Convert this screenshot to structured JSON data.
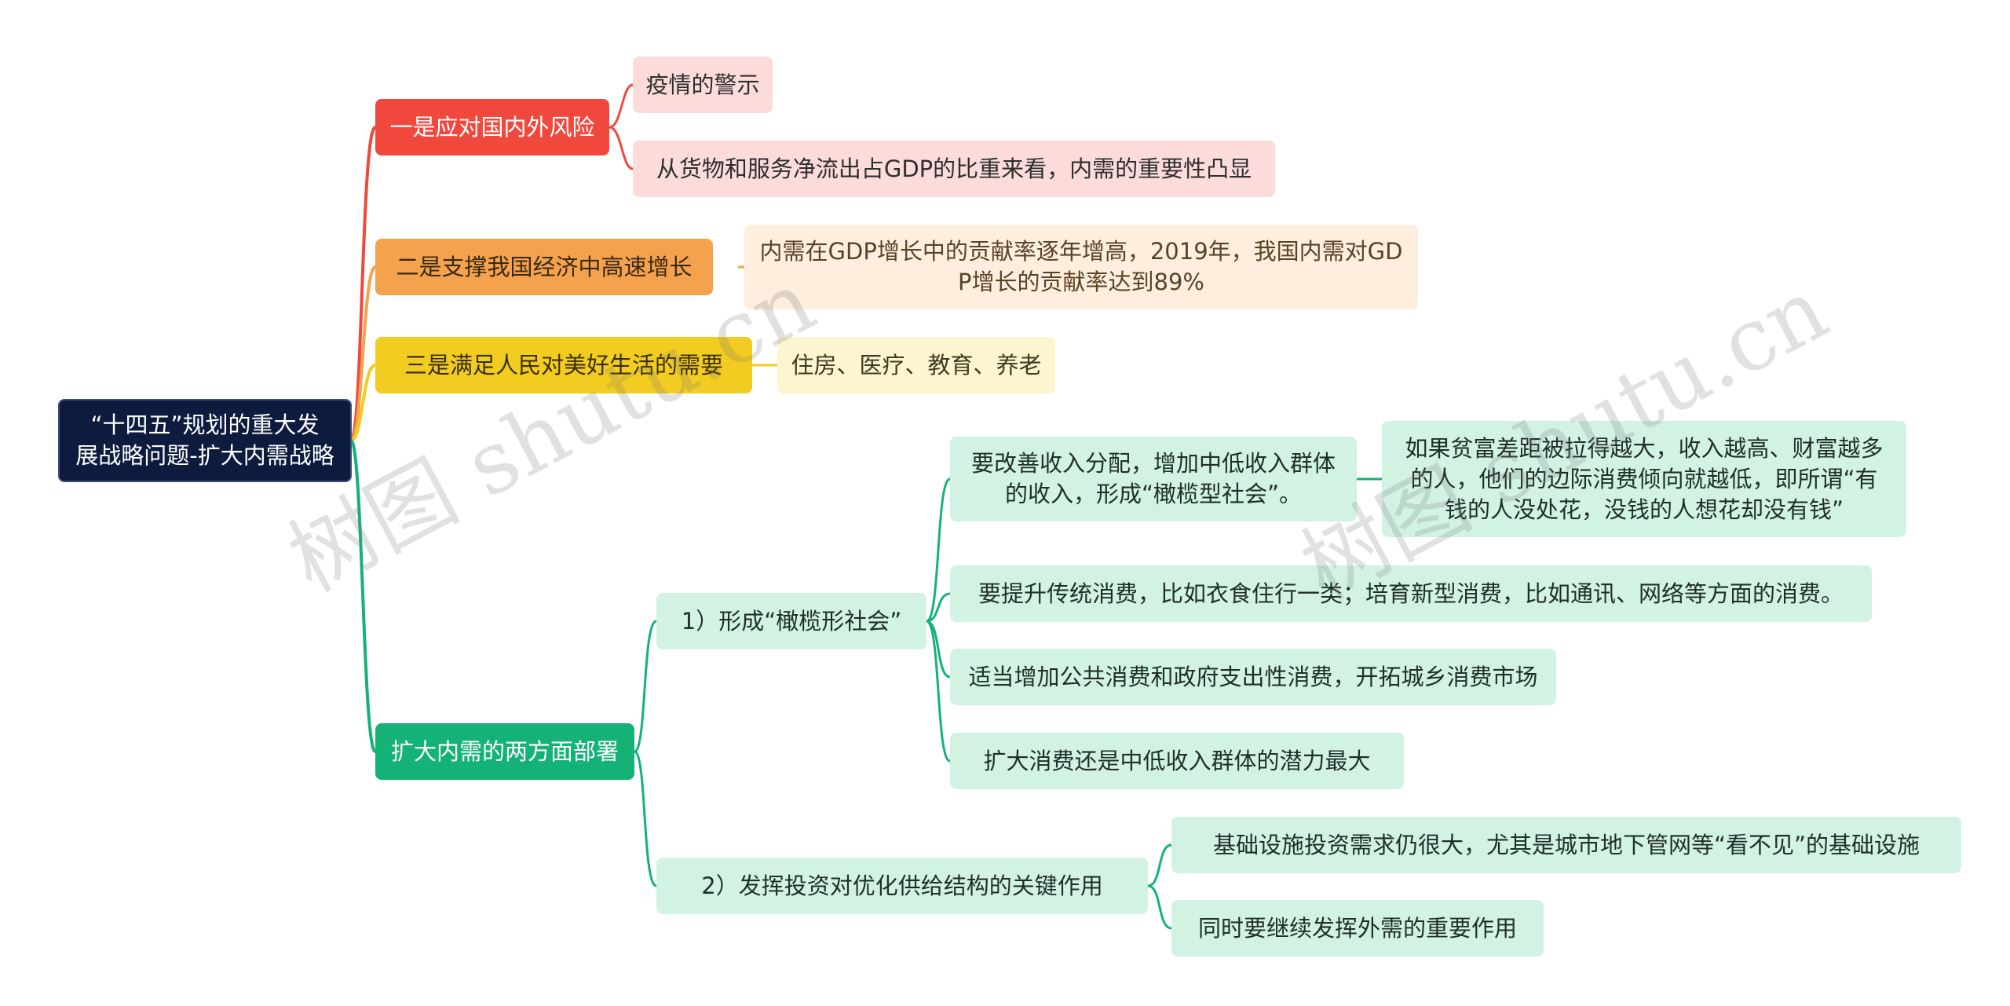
{
  "root": {
    "label": "“十四五”规划的重大发\n展战略问题-扩大内需战略"
  },
  "branches": [
    {
      "label": "一是应对国内外风险",
      "children": [
        "疫情的警示",
        "从货物和服务净流出占GDP的比重来看，内需的重要性凸显"
      ]
    },
    {
      "label": "二是支撑我国经济中高速增长",
      "children": [
        "内需在GDP增长中的贡献率逐年增高，2019年，我国内需对GD\nP增长的贡献率达到89%"
      ]
    },
    {
      "label": "三是满足人民对美好生活的需要",
      "children": [
        "住房、医疗、教育、养老"
      ]
    },
    {
      "label": "扩大内需的两方面部署",
      "children": [
        {
          "label": "1）形成“橄榄形社会”",
          "children": [
            {
              "label": "要改善收入分配，增加中低收入群体\n的收入，形成“橄榄型社会”。",
              "child": "如果贫富差距被拉得越大，收入越高、财富越多\n的人，他们的边际消费倾向就越低，即所谓“有\n钱的人没处花，没钱的人想花却没有钱”"
            },
            {
              "label": "要提升传统消费，比如衣食住行一类；培育新型消费，比如通讯、网络等方面的消费。"
            },
            {
              "label": "适当增加公共消费和政府支出性消费，开拓城乡消费市场"
            },
            {
              "label": "扩大消费还是中低收入群体的潜力最大"
            }
          ]
        },
        {
          "label": "2）发挥投资对优化供给结构的关键作用",
          "children": [
            {
              "label": "基础设施投资需求仍很大，尤其是城市地下管网等“看不见”的基础设施"
            },
            {
              "label": "同时要继续发挥外需的重要作用"
            }
          ]
        }
      ]
    }
  ],
  "colors": {
    "red": "#f1483e",
    "orange": "#f4a24e",
    "yellow": "#f2cc21",
    "green": "#14b277",
    "root": "#0d1b3e"
  },
  "watermarks": [
    "树图 shutu.cn",
    "树图 shutu.cn"
  ]
}
